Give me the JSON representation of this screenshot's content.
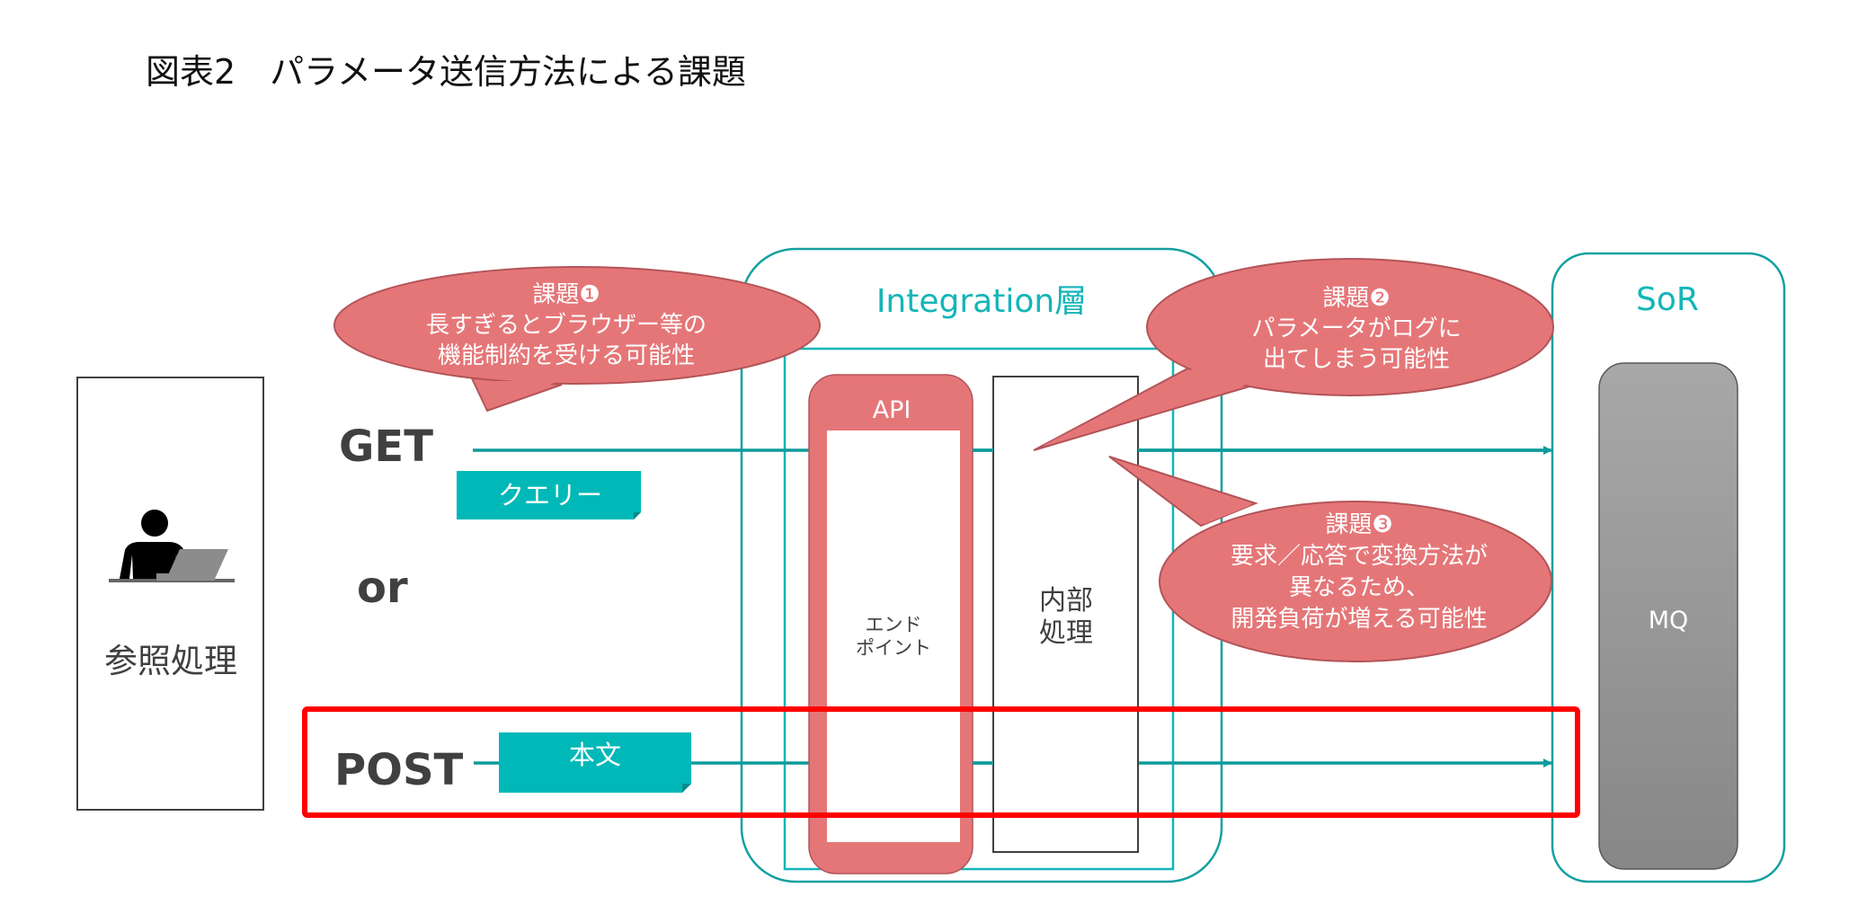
{
  "title": "図表2　パラメータ送信方法による課題",
  "client": {
    "label": "参照処理",
    "icon": "person-at-laptop-icon"
  },
  "methods": {
    "get": "GET",
    "or": "or",
    "post": "POST"
  },
  "tags": {
    "query": "クエリー",
    "body": "本文"
  },
  "integration_layer": {
    "title": "Integration層",
    "api": {
      "title": "API",
      "endpoint_lines": [
        "エンド",
        "ポイント"
      ]
    },
    "internal_process_lines": [
      "内部",
      "処理"
    ]
  },
  "sor": {
    "title": "SoR",
    "mq_label": "MQ"
  },
  "issues": [
    {
      "lines": [
        "課題❶",
        "長すぎるとブラウザー等の",
        "機能制約を受ける可能性"
      ]
    },
    {
      "lines": [
        "課題❷",
        "パラメータがログに",
        "出てしまう可能性"
      ]
    },
    {
      "lines": [
        "課題❸",
        "要求／応答で変換方法が",
        "異なるため、",
        "開発負荷が増える可能性"
      ]
    }
  ],
  "colors": {
    "teal_line": "#0e9b9b",
    "teal_tag": "#00b8b8",
    "layer_border": "#14a8a8",
    "bubble_fill": "#e57678",
    "bubble_stroke": "#b35458",
    "highlight_red": "#ff0000",
    "mq_gray": "#999999"
  }
}
